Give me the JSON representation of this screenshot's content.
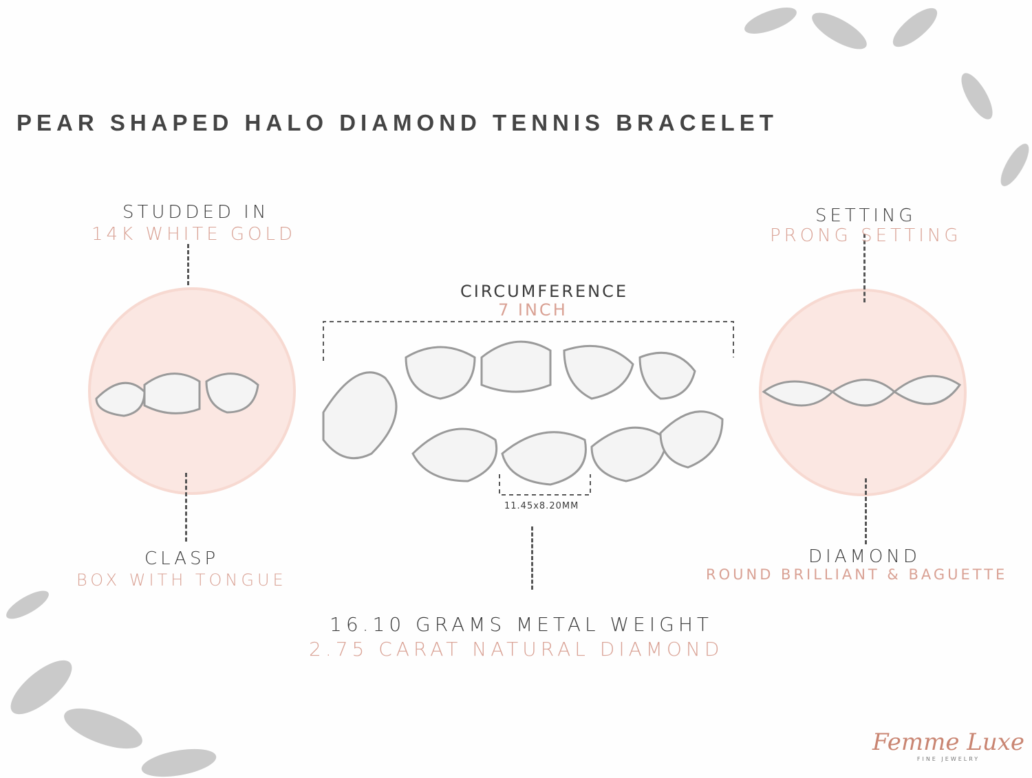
{
  "title": "PEAR SHAPED HALO DIAMOND TENNIS BRACELET",
  "specs": {
    "metal": {
      "label": "STUDDED IN",
      "value": "14K WHITE GOLD"
    },
    "setting": {
      "label": "SETTING",
      "value": "PRONG SETTING"
    },
    "circumference": {
      "label": "CIRCUMFERENCE",
      "value": "7 INCH"
    },
    "stone_size": "11.45x8.20MM",
    "clasp": {
      "label": "CLASP",
      "value": "BOX WITH TONGUE"
    },
    "diamond": {
      "label": "DIAMOND",
      "value": "ROUND BRILLIANT & BAGUETTE"
    },
    "weight": {
      "label": "16.10 GRAMS METAL WEIGHT",
      "value": "2.75 CARAT NATURAL DIAMOND"
    }
  },
  "brand": {
    "name": "Femme Luxe",
    "tagline": "FINE JEWELRY"
  },
  "colors": {
    "accent": "#d9a194",
    "text": "#3a3a3a",
    "circle": "#fbe7e2"
  }
}
